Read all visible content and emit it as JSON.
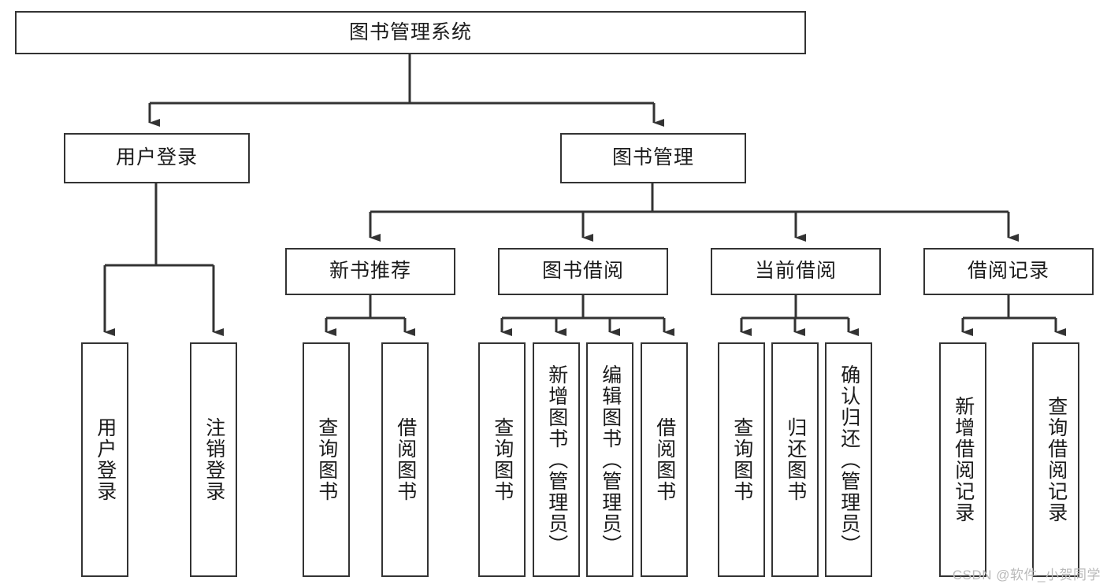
{
  "diagram": {
    "title": "图书管理系统",
    "watermark": "CSDN @软件_小贺同学",
    "colors": {
      "box_border": "#333333",
      "box_fill": "#ffffff",
      "edge": "#333333",
      "text": "#1a1a1a",
      "watermark": "#b9b9b9"
    },
    "nodes": {
      "root": {
        "label": "图书管理系统"
      },
      "level2": [
        {
          "id": "user-login",
          "label": "用户登录"
        },
        {
          "id": "book-management",
          "label": "图书管理"
        }
      ],
      "level3": [
        {
          "id": "new-book-recommend",
          "label": "新书推荐"
        },
        {
          "id": "book-borrow",
          "label": "图书借阅"
        },
        {
          "id": "current-borrow",
          "label": "当前借阅"
        },
        {
          "id": "borrow-record",
          "label": "借阅记录"
        }
      ],
      "leaves": {
        "user_login": [
          {
            "id": "leaf-user-login",
            "label": "用户登录"
          },
          {
            "id": "leaf-logout-login",
            "label": "注销登录"
          }
        ],
        "new_book_recommend": [
          {
            "id": "leaf-query-book-1",
            "label": "查询图书"
          },
          {
            "id": "leaf-borrow-book-1",
            "label": "借阅图书"
          }
        ],
        "book_borrow": [
          {
            "id": "leaf-query-book-2",
            "label": "查询图书"
          },
          {
            "id": "leaf-add-book-admin",
            "label": "新增图书（管理员）"
          },
          {
            "id": "leaf-edit-book-admin",
            "label": "编辑图书（管理员）"
          },
          {
            "id": "leaf-borrow-book-2",
            "label": "借阅图书"
          }
        ],
        "current_borrow": [
          {
            "id": "leaf-query-book-3",
            "label": "查询图书"
          },
          {
            "id": "leaf-return-book",
            "label": "归还图书"
          },
          {
            "id": "leaf-confirm-return-admin",
            "label": "确认归还（管理员）"
          }
        ],
        "borrow_record": [
          {
            "id": "leaf-add-borrow-record",
            "label": "新增借阅记录"
          },
          {
            "id": "leaf-query-borrow-record",
            "label": "查询借阅记录"
          }
        ]
      }
    }
  }
}
